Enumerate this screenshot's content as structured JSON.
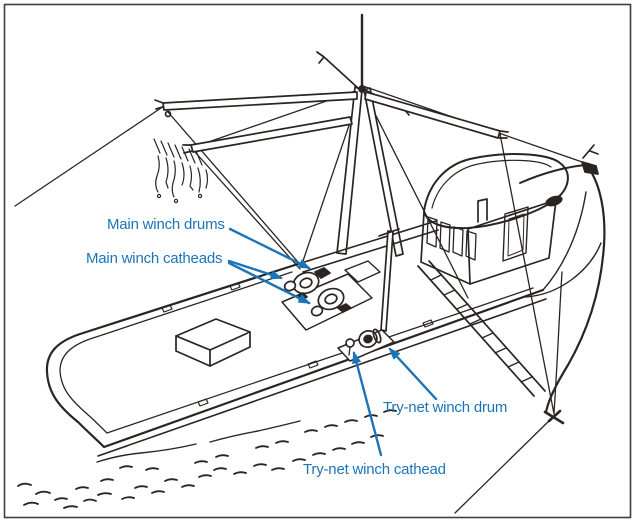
{
  "figure": {
    "alt": "Line drawing of a shrimp trawler with rigging, outriggers, deck, wheelhouse and winches; blue callout arrows identify winch equipment",
    "labels": [
      {
        "id": "main-winch-drums",
        "text": "Main winch drums"
      },
      {
        "id": "main-winch-catheads",
        "text": "Main winch catheads"
      },
      {
        "id": "try-net-winch-drum",
        "text": "Try-net winch drum"
      },
      {
        "id": "try-net-winch-cathead",
        "text": "Try-net winch cathead"
      }
    ],
    "colors": {
      "label_blue": "#1c74b8",
      "line_art": "#2a2522",
      "background": "#ffffff",
      "frame_border": "#3f3f3f"
    }
  }
}
